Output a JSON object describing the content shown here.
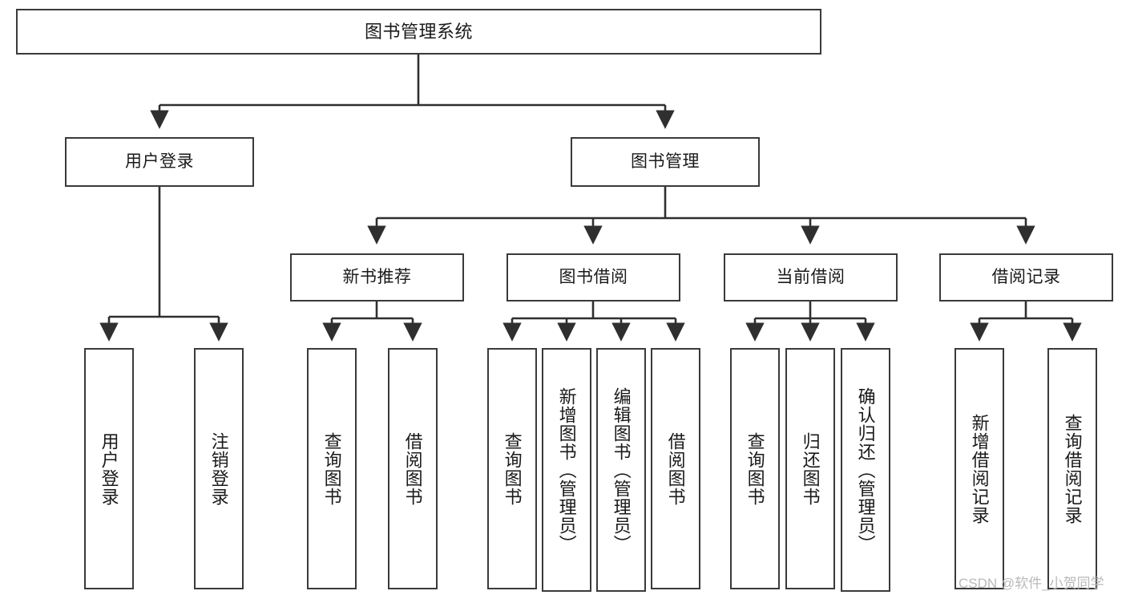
{
  "diagram": {
    "type": "tree-hierarchy-chart",
    "title": "图书管理系统",
    "orientation": "top-down",
    "line_color": "#3a3a3a",
    "box_fill": "#ffffff",
    "text_color": "#1a1a1a"
  },
  "nodes": {
    "root": {
      "label": "图书管理系统",
      "level": 1
    },
    "level2": [
      {
        "id": "user-login",
        "label": "用户登录"
      },
      {
        "id": "book-management",
        "label": "图书管理"
      }
    ],
    "level3": [
      {
        "id": "new-book-recommend",
        "label": "新书推荐",
        "parent": "book-management"
      },
      {
        "id": "book-borrow",
        "label": "图书借阅",
        "parent": "book-management"
      },
      {
        "id": "current-borrow",
        "label": "当前借阅",
        "parent": "book-management"
      },
      {
        "id": "borrow-record",
        "label": "借阅记录",
        "parent": "book-management"
      }
    ],
    "leaves": [
      {
        "id": "leaf-user-login",
        "label": "用户登录",
        "parent": "user-login"
      },
      {
        "id": "leaf-logout-login",
        "label": "注销登录",
        "parent": "user-login"
      },
      {
        "id": "leaf-query-book-1",
        "label": "查询图书",
        "parent": "new-book-recommend"
      },
      {
        "id": "leaf-borrow-book-1",
        "label": "借阅图书",
        "parent": "new-book-recommend"
      },
      {
        "id": "leaf-query-book-2",
        "label": "查询图书",
        "parent": "book-borrow"
      },
      {
        "id": "leaf-add-book",
        "label": "新增图书（管理员）",
        "parent": "book-borrow"
      },
      {
        "id": "leaf-edit-book",
        "label": "编辑图书（管理员）",
        "parent": "book-borrow"
      },
      {
        "id": "leaf-borrow-book-2",
        "label": "借阅图书",
        "parent": "book-borrow"
      },
      {
        "id": "leaf-query-book-3",
        "label": "查询图书",
        "parent": "current-borrow"
      },
      {
        "id": "leaf-return-book",
        "label": "归还图书",
        "parent": "current-borrow"
      },
      {
        "id": "leaf-confirm-return",
        "label": "确认归还（管理员）",
        "parent": "current-borrow"
      },
      {
        "id": "leaf-add-record",
        "label": "新增借阅记录",
        "parent": "borrow-record"
      },
      {
        "id": "leaf-query-record",
        "label": "查询借阅记录",
        "parent": "borrow-record"
      }
    ]
  },
  "watermark": {
    "text": "CSDN @软件_小贺同学"
  }
}
